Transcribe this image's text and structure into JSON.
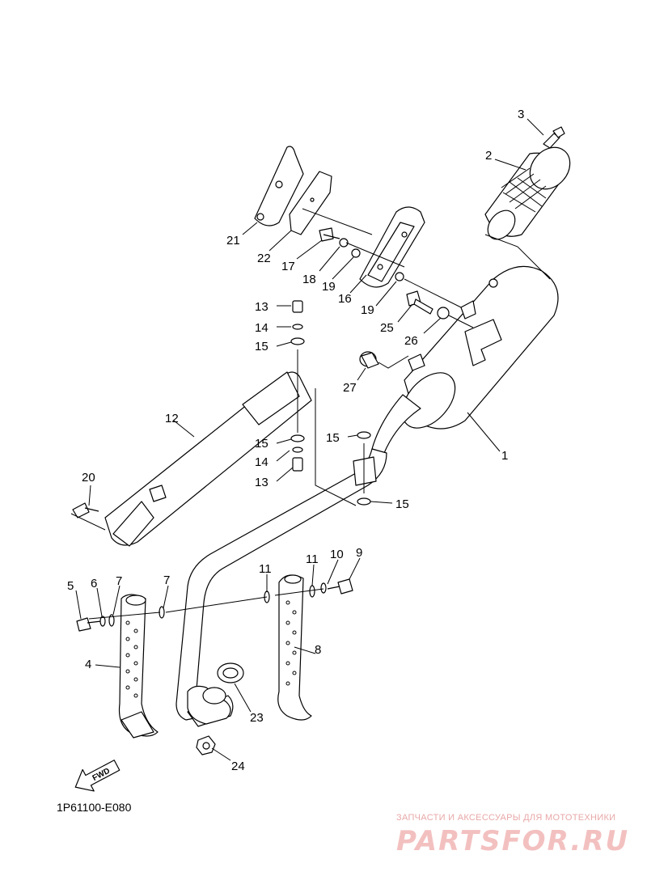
{
  "diagram_code": "1P61100-E080",
  "fwd_label": "FWD",
  "watermark": {
    "subtitle": "ЗАПЧАСТИ И АКСЕССУАРЫ ДЛЯ МОТОТЕХНИКИ",
    "brand": "PARTSFOR.RU"
  },
  "callouts": [
    "1",
    "2",
    "3",
    "4",
    "5",
    "6",
    "7",
    "7",
    "8",
    "9",
    "10",
    "11",
    "11",
    "12",
    "13",
    "13",
    "14",
    "14",
    "15",
    "15",
    "15",
    "15",
    "16",
    "17",
    "18",
    "19",
    "19",
    "20",
    "21",
    "22",
    "23",
    "24",
    "25",
    "26",
    "27"
  ]
}
